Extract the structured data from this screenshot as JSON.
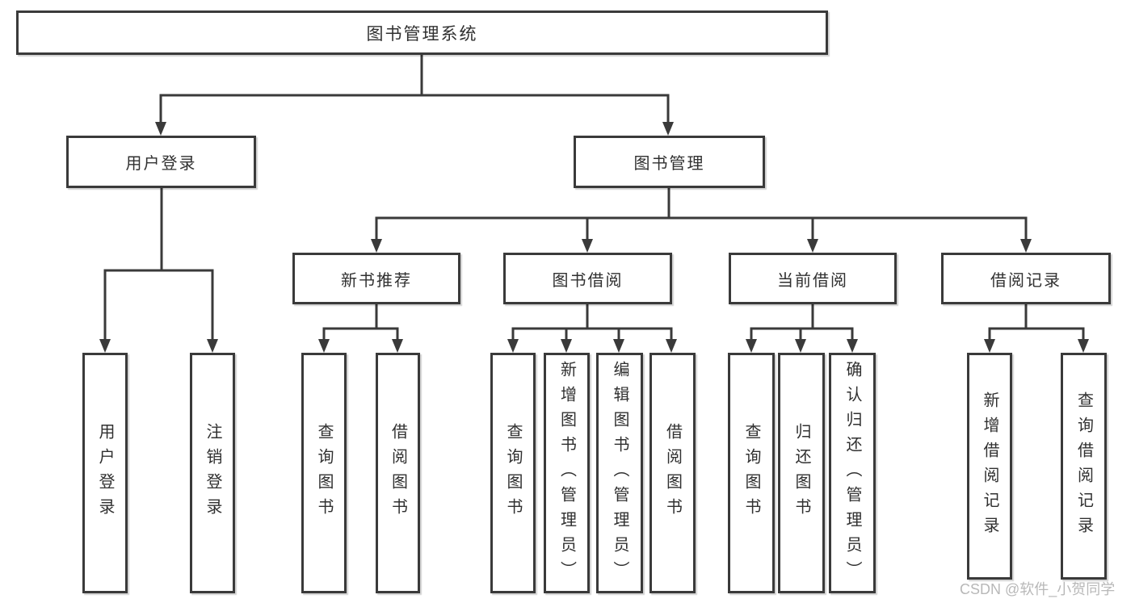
{
  "diagram": {
    "root": {
      "label": "图书管理系统",
      "children": [
        {
          "label": "用户登录",
          "children": [
            {
              "label": "用户登录"
            },
            {
              "label": "注销登录"
            }
          ]
        },
        {
          "label": "图书管理",
          "children": [
            {
              "label": "新书推荐",
              "children": [
                {
                  "label": "查询图书"
                },
                {
                  "label": "借阅图书"
                }
              ]
            },
            {
              "label": "图书借阅",
              "children": [
                {
                  "label": "查询图书"
                },
                {
                  "label": "新增图书（管理员）"
                },
                {
                  "label": "编辑图书（管理员）"
                },
                {
                  "label": "借阅图书"
                }
              ]
            },
            {
              "label": "当前借阅",
              "children": [
                {
                  "label": "查询图书"
                },
                {
                  "label": "归还图书"
                },
                {
                  "label": "确认归还（管理员）"
                }
              ]
            },
            {
              "label": "借阅记录",
              "children": [
                {
                  "label": "新增借阅记录"
                },
                {
                  "label": "查询借阅记录"
                }
              ]
            }
          ]
        }
      ]
    }
  },
  "watermark": {
    "text": "CSDN @软件_小贺同学"
  },
  "colors": {
    "line": "#3a3a3a",
    "box_border": "#3a3a3a",
    "text": "#303030",
    "watermark": "#b8b8b8",
    "background": "#ffffff"
  }
}
